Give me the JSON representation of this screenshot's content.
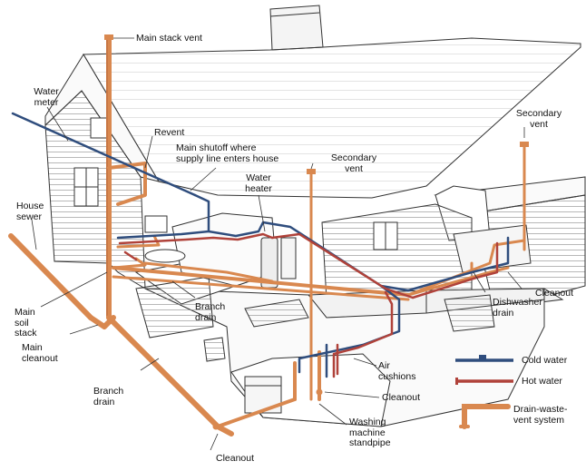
{
  "labels": {
    "main_stack_vent": "Main stack vent",
    "water_meter": [
      "Water",
      "meter"
    ],
    "revent": "Revent",
    "main_shutoff": [
      "Main shutoff where",
      "supply line enters house"
    ],
    "secondary_vent_center": [
      "Secondary",
      "vent"
    ],
    "secondary_vent_right": [
      "Secondary",
      "vent"
    ],
    "water_heater": [
      "Water",
      "heater"
    ],
    "house_sewer": [
      "House",
      "sewer"
    ],
    "main_soil_stack": [
      "Main",
      "soil",
      "stack"
    ],
    "branch_drain_center": [
      "Branch",
      "drain"
    ],
    "main_cleanout": [
      "Main",
      "cleanout"
    ],
    "branch_drain_left": [
      "Branch",
      "drain"
    ],
    "cleanout_bottom": "Cleanout",
    "air_cushions": [
      "Air",
      "cushions"
    ],
    "cleanout_mid": "Cleanout",
    "washing_machine": [
      "Washing",
      "machine",
      "standpipe"
    ],
    "cleanout_right": "Cleanout",
    "dishwasher_drain": [
      "Dishwasher",
      "drain"
    ]
  },
  "legend": {
    "cold_water": "Cold water",
    "hot_water": "Hot water",
    "drain_waste_vent": [
      "Drain-waste-",
      "vent system"
    ]
  },
  "colors": {
    "cold": "#2f4d7d",
    "hot": "#b0423a",
    "drain": "#d9884f",
    "drain_dark": "#b8663a",
    "line": "#333333"
  }
}
